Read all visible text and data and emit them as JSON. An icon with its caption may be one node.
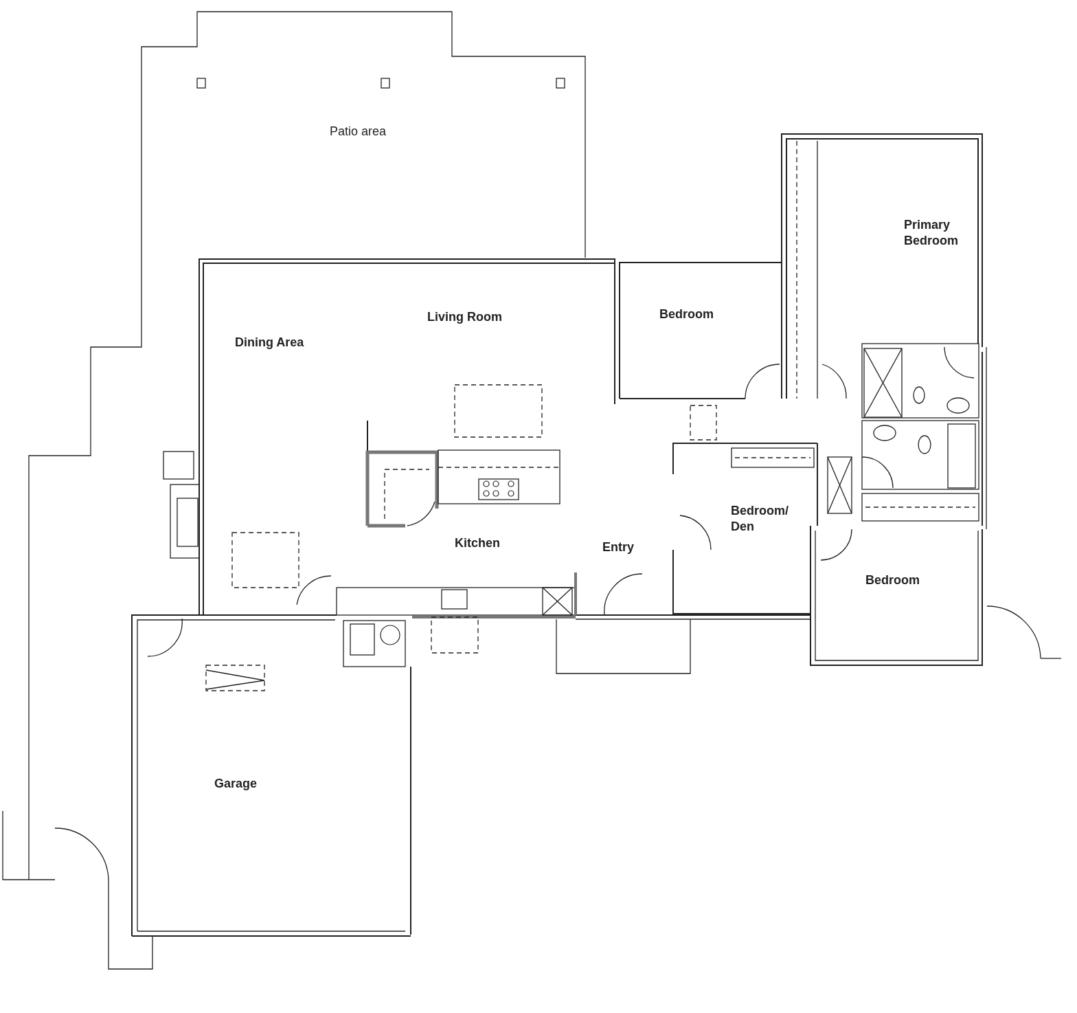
{
  "diagram": {
    "labels": [
      "Patio area",
      "Primary Bedroom",
      "Bedroom",
      "Living Room",
      "Dining Area",
      "Bedroom/ Den",
      "Kitchen",
      "Entry",
      "Bedroom",
      "Garage"
    ]
  }
}
